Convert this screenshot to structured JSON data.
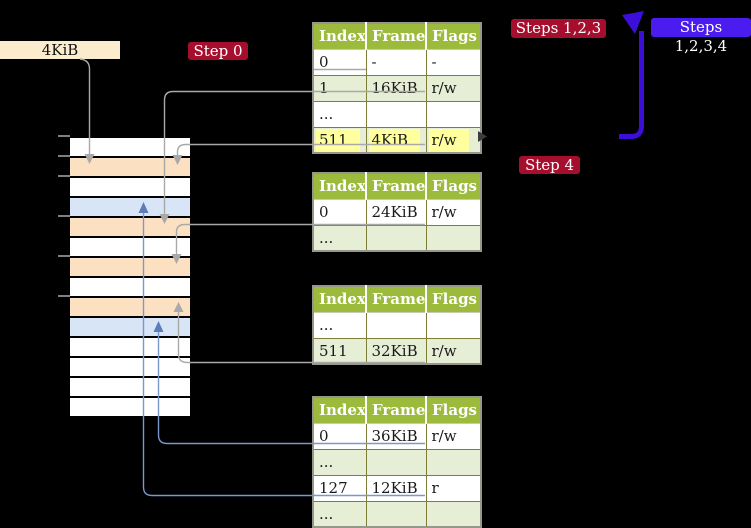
{
  "labels": {
    "frame_size": "4KiB"
  },
  "badges": {
    "step0": "Step 0",
    "steps123": "Steps 1,2,3",
    "steps1234": "Steps 1,2,3,4",
    "step4": "Step 4"
  },
  "memory": {
    "rows": [
      {
        "color": "white"
      },
      {
        "color": "peach"
      },
      {
        "color": "white"
      },
      {
        "color": "blue"
      },
      {
        "color": "peach"
      },
      {
        "color": "white"
      },
      {
        "color": "peach"
      },
      {
        "color": "white"
      },
      {
        "color": "peach"
      },
      {
        "color": "blue"
      },
      {
        "color": "white"
      },
      {
        "color": "white"
      },
      {
        "color": "white"
      },
      {
        "color": "white"
      }
    ]
  },
  "tables": [
    {
      "headers": [
        "Index",
        "Frame",
        "Flags"
      ],
      "rows": [
        {
          "cells": [
            "0",
            "-",
            "-"
          ]
        },
        {
          "cells": [
            "1",
            "16KiB",
            "r/w"
          ]
        },
        {
          "cells": [
            "...",
            "",
            ""
          ]
        },
        {
          "cells": [
            "511",
            "4KiB",
            "r/w"
          ]
        }
      ]
    },
    {
      "headers": [
        "Index",
        "Frame",
        "Flags"
      ],
      "rows": [
        {
          "cells": [
            "0",
            "24KiB",
            "r/w"
          ]
        },
        {
          "cells": [
            "...",
            "",
            ""
          ]
        }
      ]
    },
    {
      "headers": [
        "Index",
        "Frame",
        "Flags"
      ],
      "rows": [
        {
          "cells": [
            "...",
            "",
            ""
          ]
        },
        {
          "cells": [
            "511",
            "32KiB",
            "r/w"
          ]
        }
      ]
    },
    {
      "headers": [
        "Index",
        "Frame",
        "Flags"
      ],
      "rows": [
        {
          "cells": [
            "0",
            "36KiB",
            "r/w"
          ]
        },
        {
          "cells": [
            "...",
            "",
            ""
          ]
        },
        {
          "cells": [
            "127",
            "12KiB",
            "r"
          ]
        },
        {
          "cells": [
            "...",
            "",
            ""
          ]
        }
      ]
    }
  ],
  "colors": {
    "header_green": "#9cbb3c",
    "row_green": "#e7eed6",
    "highlight_yellow": "#ffff9e",
    "frame_peach": "#fce0c2",
    "frame_blue": "#d8e5f6",
    "badge_red": "#a60e2e",
    "badge_blue": "#4a1cf0",
    "recursive_arrow": "#3b0fd8",
    "connector_gray": "#a9a9a9",
    "connector_blue": "#7b97cc"
  }
}
